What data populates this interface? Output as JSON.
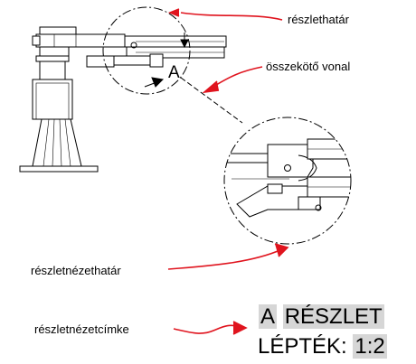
{
  "callouts": {
    "detail_boundary": "részlethatár",
    "connector_line": "összekötő vonal",
    "detail_view_boundary": "részletnézethatár",
    "detail_view_label": "részletnézetcímke"
  },
  "detail_marker": "A",
  "detail_title": {
    "letter": "A",
    "word": "RÉSZLET"
  },
  "scale": {
    "label": "LÉPTÉK:",
    "value": "1:2"
  },
  "colors": {
    "arrow": "#e0141e",
    "highlight": "#d6d6d6",
    "line": "#000000"
  }
}
